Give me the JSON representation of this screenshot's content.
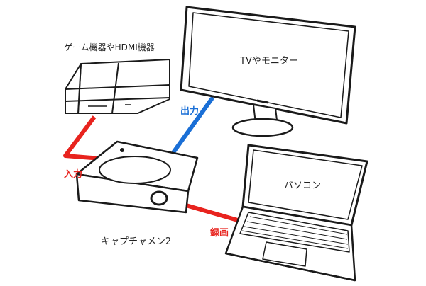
{
  "devices": {
    "game": {
      "label": "ゲーム機器やHDMI機器"
    },
    "monitor": {
      "label": "TVやモニター"
    },
    "pc": {
      "label": "パソコン"
    },
    "capture": {
      "label": "キャプチャメン2"
    }
  },
  "connections": {
    "input": {
      "label": "入力",
      "color": "#e8231e"
    },
    "output": {
      "label": "出力",
      "color": "#1a6fd6"
    },
    "record": {
      "label": "録画",
      "color": "#e8231e"
    }
  },
  "colors": {
    "line_art": "#1a1a1a",
    "background": "#ffffff"
  }
}
